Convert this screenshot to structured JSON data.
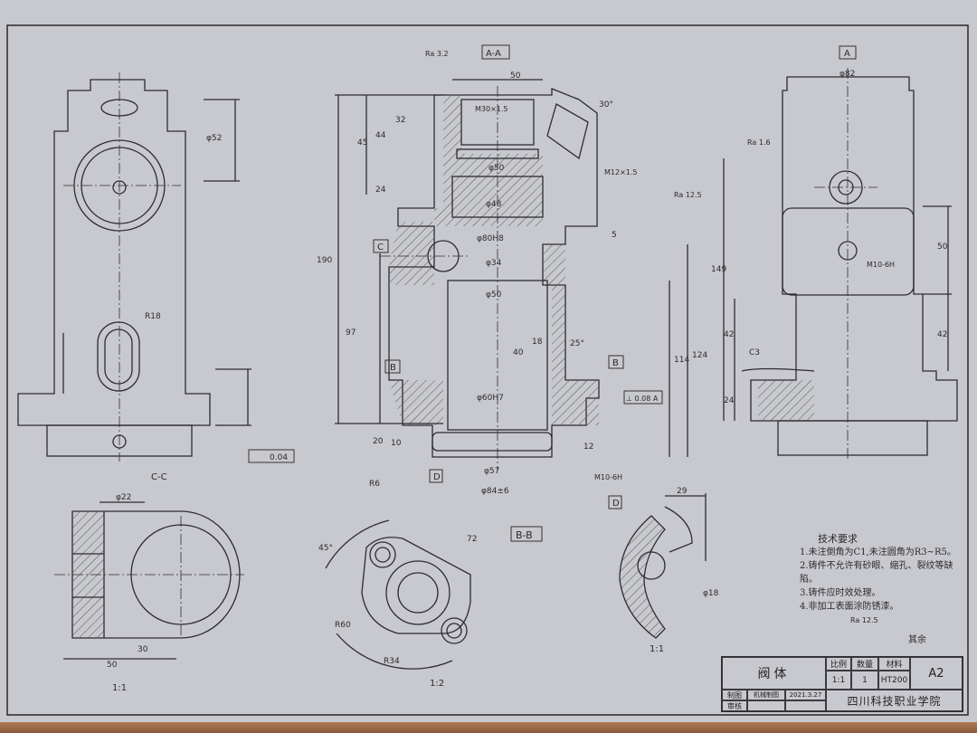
{
  "view_labels": {
    "section_aa": "A-A",
    "section_bb": "B-B",
    "section_cc": "C-C",
    "view_a": "A",
    "view_b_left": "B",
    "view_b_right": "B",
    "view_c": "C",
    "view_d": "D",
    "view_d2": "D"
  },
  "scales": {
    "bottom_left": "1:1",
    "bottom_center": "1:2",
    "detail": "1:1"
  },
  "dimensions": {
    "phi52": "φ52",
    "r18": "R18",
    "phi22": "φ22",
    "d50": "50",
    "d30": "30",
    "d50b": "50",
    "m30": "M30×1.5",
    "phi50": "φ50",
    "phi48": "φ48",
    "phi80": "φ80H8",
    "phi34": "φ34",
    "phi50b": "φ50",
    "phi60": "φ60H7",
    "phi57": "φ57",
    "phi84": "φ84±6",
    "m12": "M12×1.5",
    "m10": "M10-6H",
    "d190": "190",
    "d97": "97",
    "d45": "45",
    "d44": "44",
    "d32": "32",
    "d24": "24",
    "d124": "124",
    "d114": "114",
    "d20": "20",
    "d10": "10",
    "d12": "12",
    "d40": "40",
    "d18": "18",
    "d25": "25°",
    "d5": "5",
    "d30deg": "30°",
    "phi82": "φ82",
    "d149": "149",
    "d50r": "50",
    "d42": "42",
    "d42b": "42",
    "d24r": "24",
    "m10r": "M10-6H",
    "c3": "C3",
    "d29": "29",
    "phi18": "φ18",
    "r60": "R60",
    "r34": "R34",
    "d72": "72",
    "d45deg": "45°",
    "r6": "R6",
    "flat": "0.04",
    "perp": "⊥ 0.08 A",
    "ra32": "Ra 3.2",
    "ra125": "Ra 12.5",
    "ra16": "Ra 1.6",
    "ra12": "Ra 12.5"
  },
  "tech_notes": {
    "heading": "技术要求",
    "lines": [
      "1.未注倒角为C1,未注圆角为R3~R5。",
      "2.铸件不允许有砂眼、缩孔、裂纹等缺陷。",
      "3.铸件应时效处理。",
      "4.非加工表面涂防锈漆。"
    ],
    "roughness_rest": "其余"
  },
  "title_block": {
    "part_name": "阀体",
    "scale_label": "比例",
    "quantity_label": "数量",
    "material_label": "材料",
    "scale_value": "1:1",
    "quantity_value": "1",
    "material_value": "HT200",
    "sheet_size": "A2",
    "drawn_label": "制图",
    "checked_label": "审核",
    "drawn_by": "机械制图",
    "date": "2021.3.27",
    "school": "四川科技职业学院"
  }
}
